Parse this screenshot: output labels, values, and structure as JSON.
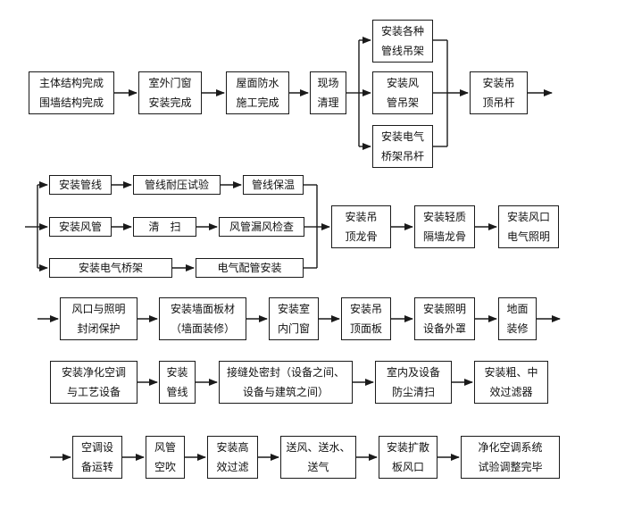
{
  "colors": {
    "line": "#1a1a1a",
    "text": "#111111",
    "background": "#ffffff"
  },
  "row1": {
    "main_structure": "主体结构完成\n围墙结构完成",
    "exterior_windows": "室外门窗\n安装完成",
    "roof_waterproof": "屋面防水\n施工完成",
    "site_cleanup": "现场\n清理",
    "pipe_hangers": "安装各种\n管线吊架",
    "duct_hangers": "安装风\n管吊架",
    "tray_hangers": "安装电气\n桥架吊杆",
    "ceiling_rods": "安装吊\n顶吊杆"
  },
  "row2": {
    "install_pipes": "安装管线",
    "pipe_pressure_test": "管线耐压试验",
    "pipe_insulation": "管线保温",
    "install_ducts": "安装风管",
    "cleaning": "清　扫",
    "duct_leak_check": "风管漏风检查",
    "install_cable_tray": "安装电气桥架",
    "conduit_install": "电气配管安装",
    "ceiling_keel": "安装吊\n顶龙骨",
    "partition_keel": "安装轻质\n隔墙龙骨",
    "vent_lighting": "安装风口\n电气照明"
  },
  "row3": {
    "seal_protect": "风口与照明\n封闭保护",
    "wall_panels": "安装墙面板材\n（墙面装修）",
    "interior_doors": "安装室\n内门窗",
    "ceiling_panels": "安装吊\n顶面板",
    "lamp_covers": "安装照明\n设备外罩",
    "floor_finish": "地面\n装修"
  },
  "row4": {
    "clean_ac_equipment": "安装净化空调\n与工艺设备",
    "install_lines": "安装\n管线",
    "joint_seal": "接缝处密封（设备之间、\n设备与建筑之间）",
    "dust_cleaning": "室内及设备\n防尘清扫",
    "filters": "安装粗、中\n效过滤器"
  },
  "row5": {
    "ac_operation": "空调设\n备运转",
    "duct_blow": "风管\n空吹",
    "hepa_filter": "安装高\n效过滤",
    "supply_air": "送风、送水、\n送气",
    "diffuser_vents": "安装扩散\n板风口",
    "commissioning": "净化空调系统\n试验调整完毕"
  }
}
